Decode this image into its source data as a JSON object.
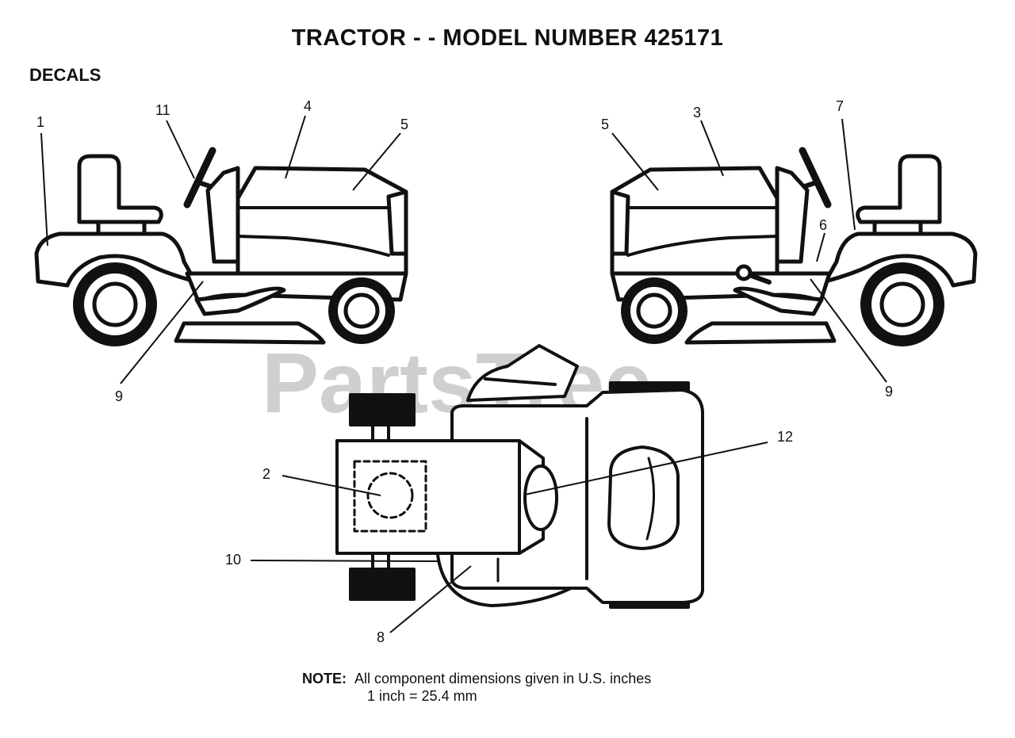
{
  "header": {
    "title": "TRACTOR - - MODEL NUMBER 425171",
    "section": "DECALS"
  },
  "watermark": {
    "text": "PartsTree",
    "trademark": "TM",
    "color": "#cfcfcf"
  },
  "callouts": {
    "left_1": "1",
    "left_11": "11",
    "left_4": "4",
    "left_5": "5",
    "left_9": "9",
    "right_5": "5",
    "right_3": "3",
    "right_7": "7",
    "right_6": "6",
    "right_9": "9",
    "top_12": "12",
    "top_2": "2",
    "top_10": "10",
    "top_8": "8"
  },
  "note": {
    "label": "NOTE:",
    "line1": "All component dimensions given in U.S. inches",
    "line2": "1 inch = 25.4 mm"
  }
}
